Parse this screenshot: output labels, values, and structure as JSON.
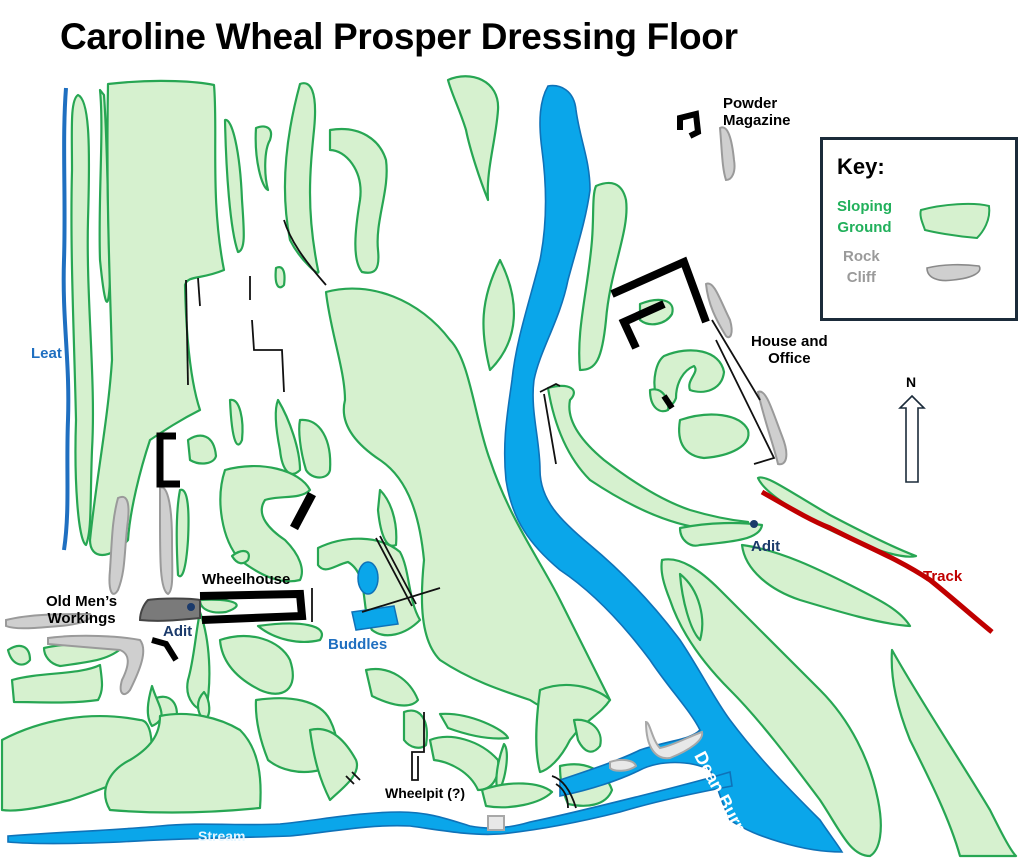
{
  "title": "Caroline Wheal Prosper Dressing Floor",
  "key": {
    "heading": "Key:",
    "items": [
      {
        "label_line1": "Sloping",
        "label_line2": "Ground",
        "color": "#21b05b",
        "swatch_fill": "#d6f1cf",
        "swatch_stroke": "#27a653"
      },
      {
        "label_line1": "Rock",
        "label_line2": "Cliff",
        "color": "#9a9a9a",
        "swatch_fill": "#cfcfcf",
        "swatch_stroke": "#9a9a9a"
      }
    ]
  },
  "compass": {
    "label": "N"
  },
  "labels": {
    "leat": "Leat",
    "powder_magazine_1": "Powder",
    "powder_magazine_2": "Magazine",
    "house_office_1": "House and",
    "house_office_2": "Office",
    "wheelhouse": "Wheelhouse",
    "old_mens_1": "Old Men’s",
    "old_mens_2": "Workings",
    "adit_west": "Adit",
    "adit_east": "Adit",
    "buddles": "Buddles",
    "track": "Track",
    "wheelpit": "Wheelpit (?)",
    "dean_burn": "Dean Burn",
    "stream": "Stream"
  },
  "colors": {
    "sloping_ground_fill": "#d6f1cf",
    "sloping_ground_stroke": "#27a653",
    "water": "#0aa6ea",
    "leat": "#1f6fc0",
    "track": "#c00000",
    "adit": "#1b3a6b",
    "rock": "#cfcfcf",
    "building": "#000000"
  }
}
